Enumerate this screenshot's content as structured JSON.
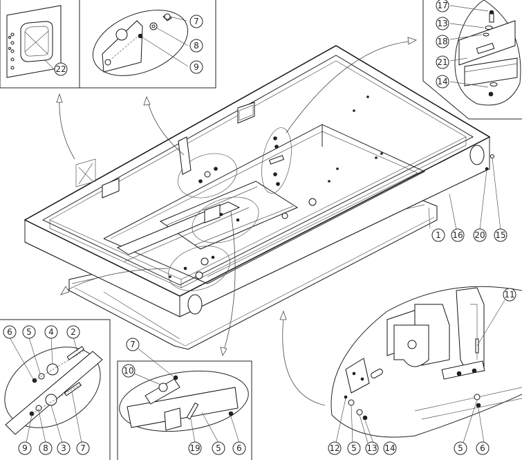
{
  "callouts": {
    "top_left_panel": [
      "22"
    ],
    "top_middle_panel": [
      "7",
      "8",
      "9"
    ],
    "top_right_panel": [
      "17",
      "13",
      "18",
      "21",
      "14"
    ],
    "main_assembly": [
      "1",
      "16",
      "20",
      "15"
    ],
    "bottom_left_panel": [
      "6",
      "5",
      "4",
      "2",
      "9",
      "8",
      "3",
      "7"
    ],
    "bottom_middle_panel": [
      "7",
      "10",
      "19",
      "5",
      "6"
    ],
    "bottom_right_panel": [
      "11",
      "12",
      "5",
      "13",
      "14",
      "5",
      "6"
    ]
  }
}
